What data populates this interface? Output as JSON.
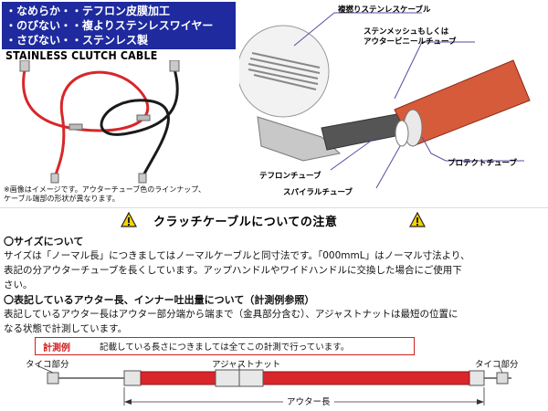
{
  "features": [
    "・なめらか・・テフロン皮膜加工",
    "・のびない・・複よりステンレスワイヤー",
    "・さびない・・ステンレス製"
  ],
  "product_title": "STAINLESS CLUTCH CABLE",
  "image_note": [
    "※画像はイメージです。アウターチューブ色のラインナップ、",
    "ケーブル端部の形状が異なります。"
  ],
  "diagram_labels": {
    "stranded": "複撚りステンレスケーブル",
    "outer": "ステンメッシュもしくは",
    "outer2": "アウタービニールチューブ",
    "teflon": "テフロンチューブ",
    "protect": "プロテクトチューブ",
    "spiral": "スパイラルチューブ"
  },
  "caution_title": "クラッチケーブルについての注意",
  "size_section": {
    "heading": "〇サイズについて",
    "lines": [
      "サイズは「ノーマル長」につきましてはノーマルケーブルと同寸法です。「000mmL」はノーマル寸法より、",
      "表記の分アウターチューブを長くしています。アップハンドルやワイドハンドルに交換した場合にご使用下",
      "さい。"
    ]
  },
  "measure_section": {
    "heading": "〇表記しているアウター長、インナー吐出量について（計測例参照）",
    "lines": [
      "表記しているアウター長はアウター部分端から端まで（金具部分含む）、アジャストナットは最短の位置に",
      "なる状態で計測しています。"
    ]
  },
  "measure_example": {
    "label": "計測例",
    "text": "記載している長さにつきましては全てこの計測で行っています。"
  },
  "cable_diagram": {
    "left_label": "タイコ部分",
    "right_label": "タイコ部分",
    "adjust_label": "アジャストナット",
    "outer_label": "アウター長"
  },
  "colors": {
    "feature_bg": "#1e2a9e",
    "bullet": "#f5e200",
    "red_cable": "#d8262a",
    "accent_red": "#d02020",
    "callout_purple": "#5a4aa0"
  },
  "icons": [
    "warning-icon",
    "warning-icon"
  ]
}
